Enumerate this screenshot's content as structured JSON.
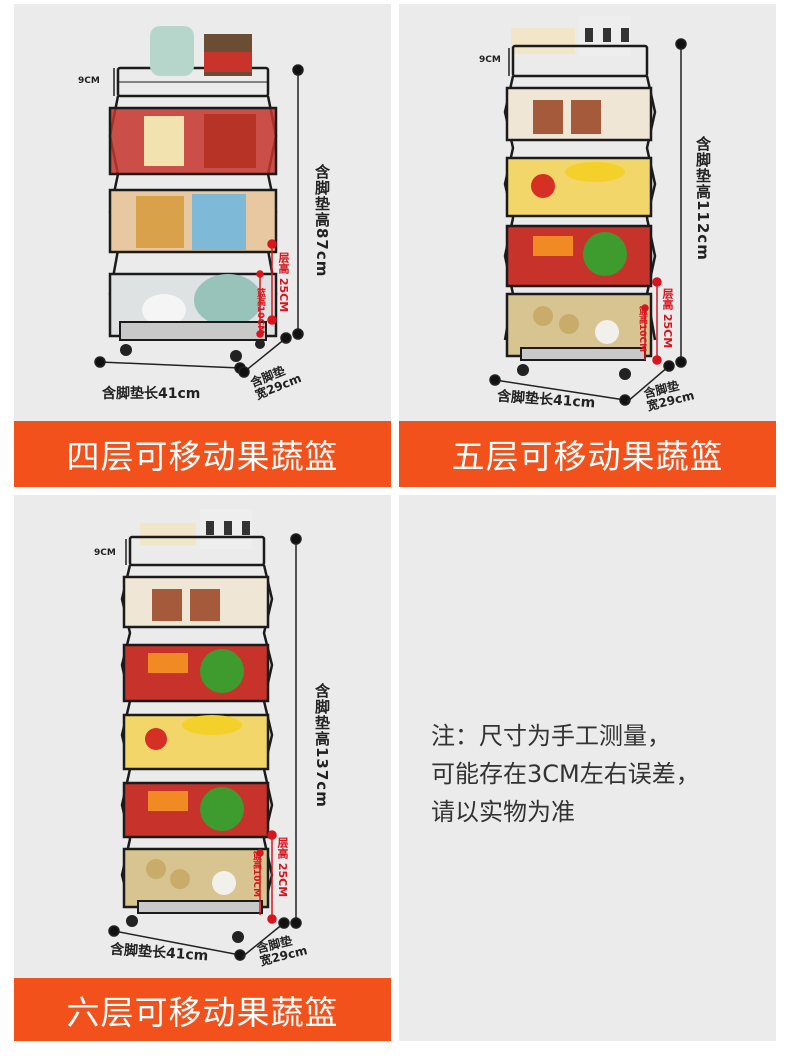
{
  "panels": {
    "four": {
      "title": "四层可移动果蔬篮",
      "height_label": "含脚垫高87cm",
      "length_label": "含脚垫长41cm",
      "width_label_1": "含脚垫",
      "width_label_2": "宽29cm",
      "top_label": "9CM",
      "layer_label": "层高 25CM",
      "basket_label": "篮高10CM"
    },
    "five": {
      "title": "五层可移动果蔬篮",
      "height_label": "含脚垫高112cm",
      "length_label": "含脚垫长41cm",
      "width_label_1": "含脚垫",
      "width_label_2": "宽29cm",
      "top_label": "9CM",
      "layer_label": "层高 25CM",
      "basket_label": "篮高10CM"
    },
    "six": {
      "title": "六层可移动果蔬篮",
      "height_label": "含脚垫高137cm",
      "length_label": "含脚垫长41cm",
      "width_label_1": "含脚垫",
      "width_label_2": "宽29cm",
      "top_label": "9CM",
      "layer_label": "层高 25CM",
      "basket_label": "篮高10CM"
    }
  },
  "note": {
    "line1": "注：尺寸为手工测量，",
    "line2": "可能存在3CM左右误差，",
    "line3": "请以实物为准"
  },
  "colors": {
    "banner": "#f2511b",
    "panel_bg": "#ebebeb",
    "accent_red": "#d9141c",
    "rack": "#1b1b1b"
  }
}
